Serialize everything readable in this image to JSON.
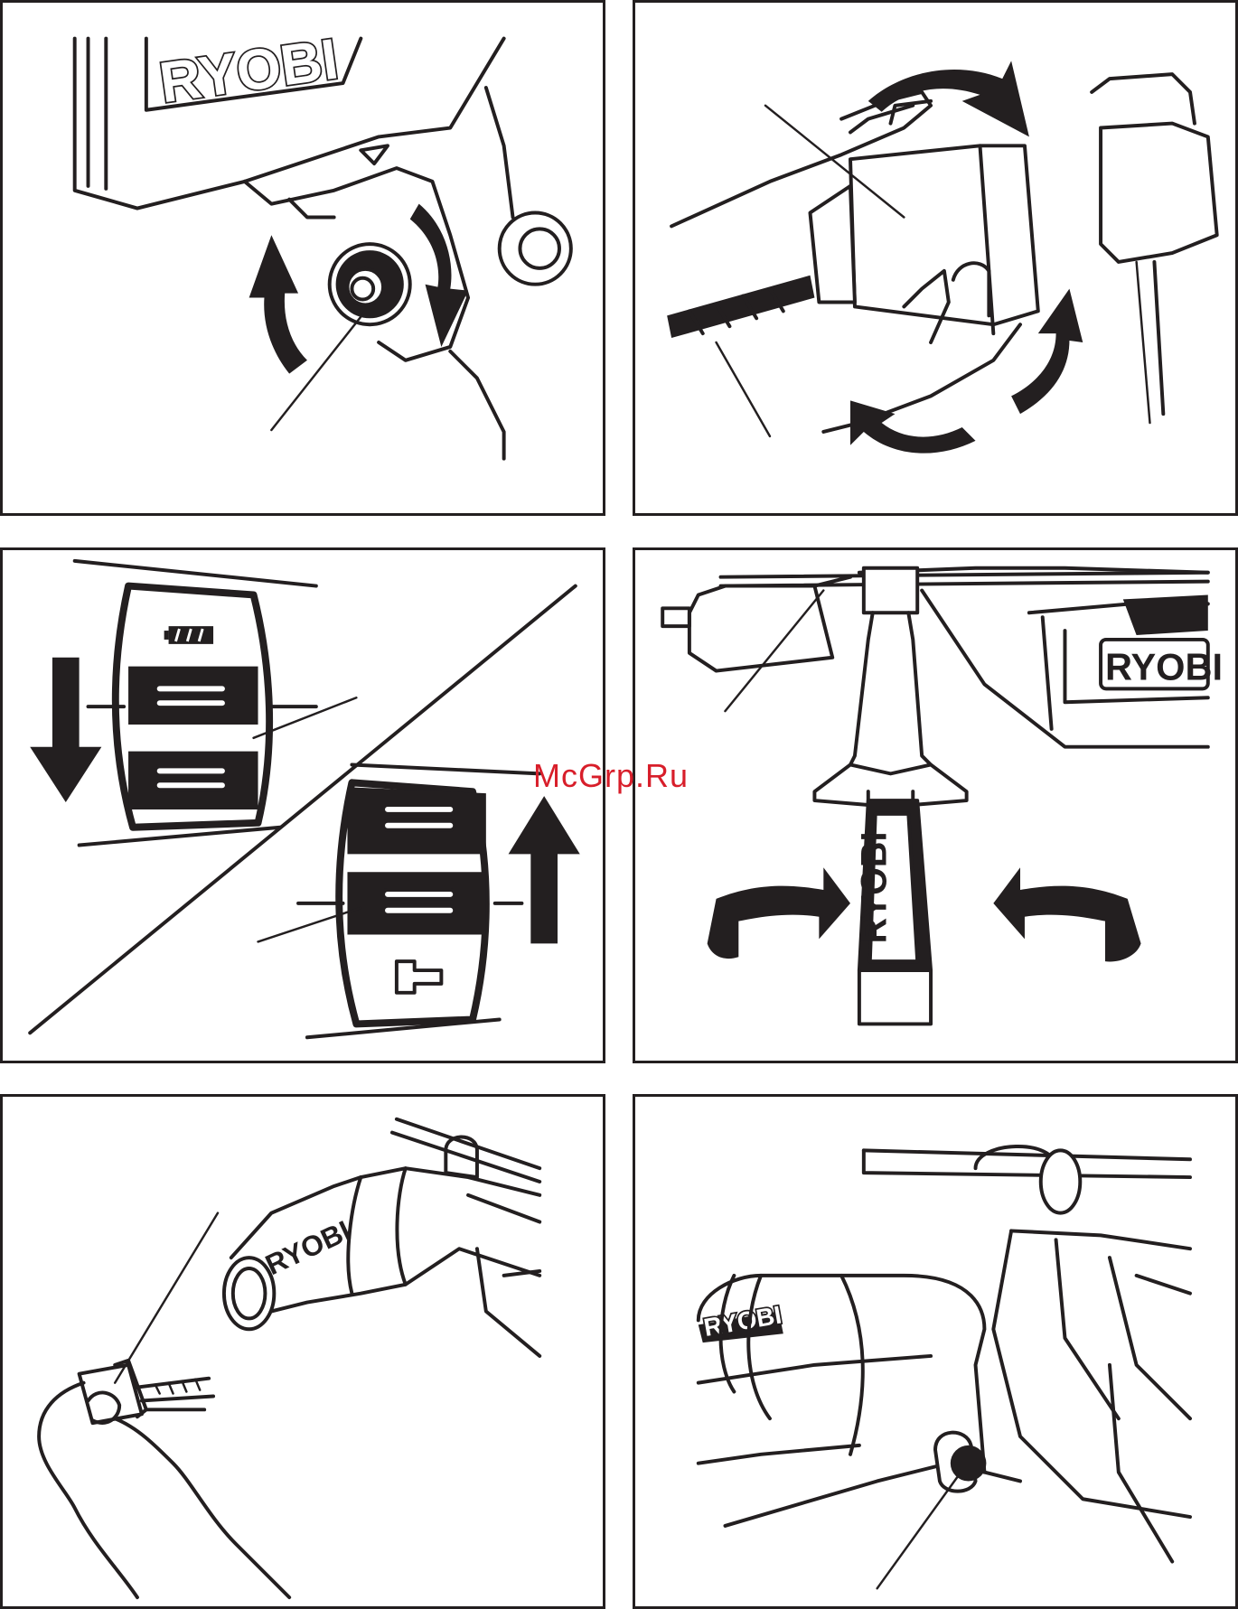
{
  "brand": {
    "logo_text": "RYOBI"
  },
  "watermark": {
    "text": "McGrp.Ru"
  },
  "colors": {
    "line": "#231f20",
    "background": "#ffffff",
    "watermark": "#d81e2a"
  },
  "panels": [
    {
      "id": "speed-dial",
      "icons": [
        "speed-dial-icon",
        "rotate-clockwise-arrow-icon",
        "rotate-counterclockwise-arrow-icon"
      ]
    },
    {
      "id": "chuck-tighten",
      "icons": [
        "keyless-chuck-icon",
        "drill-bit-icon",
        "rotate-arrow-icon"
      ]
    },
    {
      "id": "mode-selector",
      "icons": [
        "battery-symbol-icon",
        "hammer-symbol-icon",
        "arrow-down-icon",
        "arrow-up-icon"
      ]
    },
    {
      "id": "auxiliary-handle",
      "icons": [
        "auxiliary-handle-icon",
        "depth-rod-icon",
        "rotate-arrow-icon"
      ]
    },
    {
      "id": "bit-storage",
      "icons": [
        "bit-holder-icon",
        "drill-bit-icon",
        "hand-icon"
      ]
    },
    {
      "id": "depth-rod-lock",
      "icons": [
        "depth-rod-icon",
        "lock-knob-icon"
      ]
    }
  ]
}
